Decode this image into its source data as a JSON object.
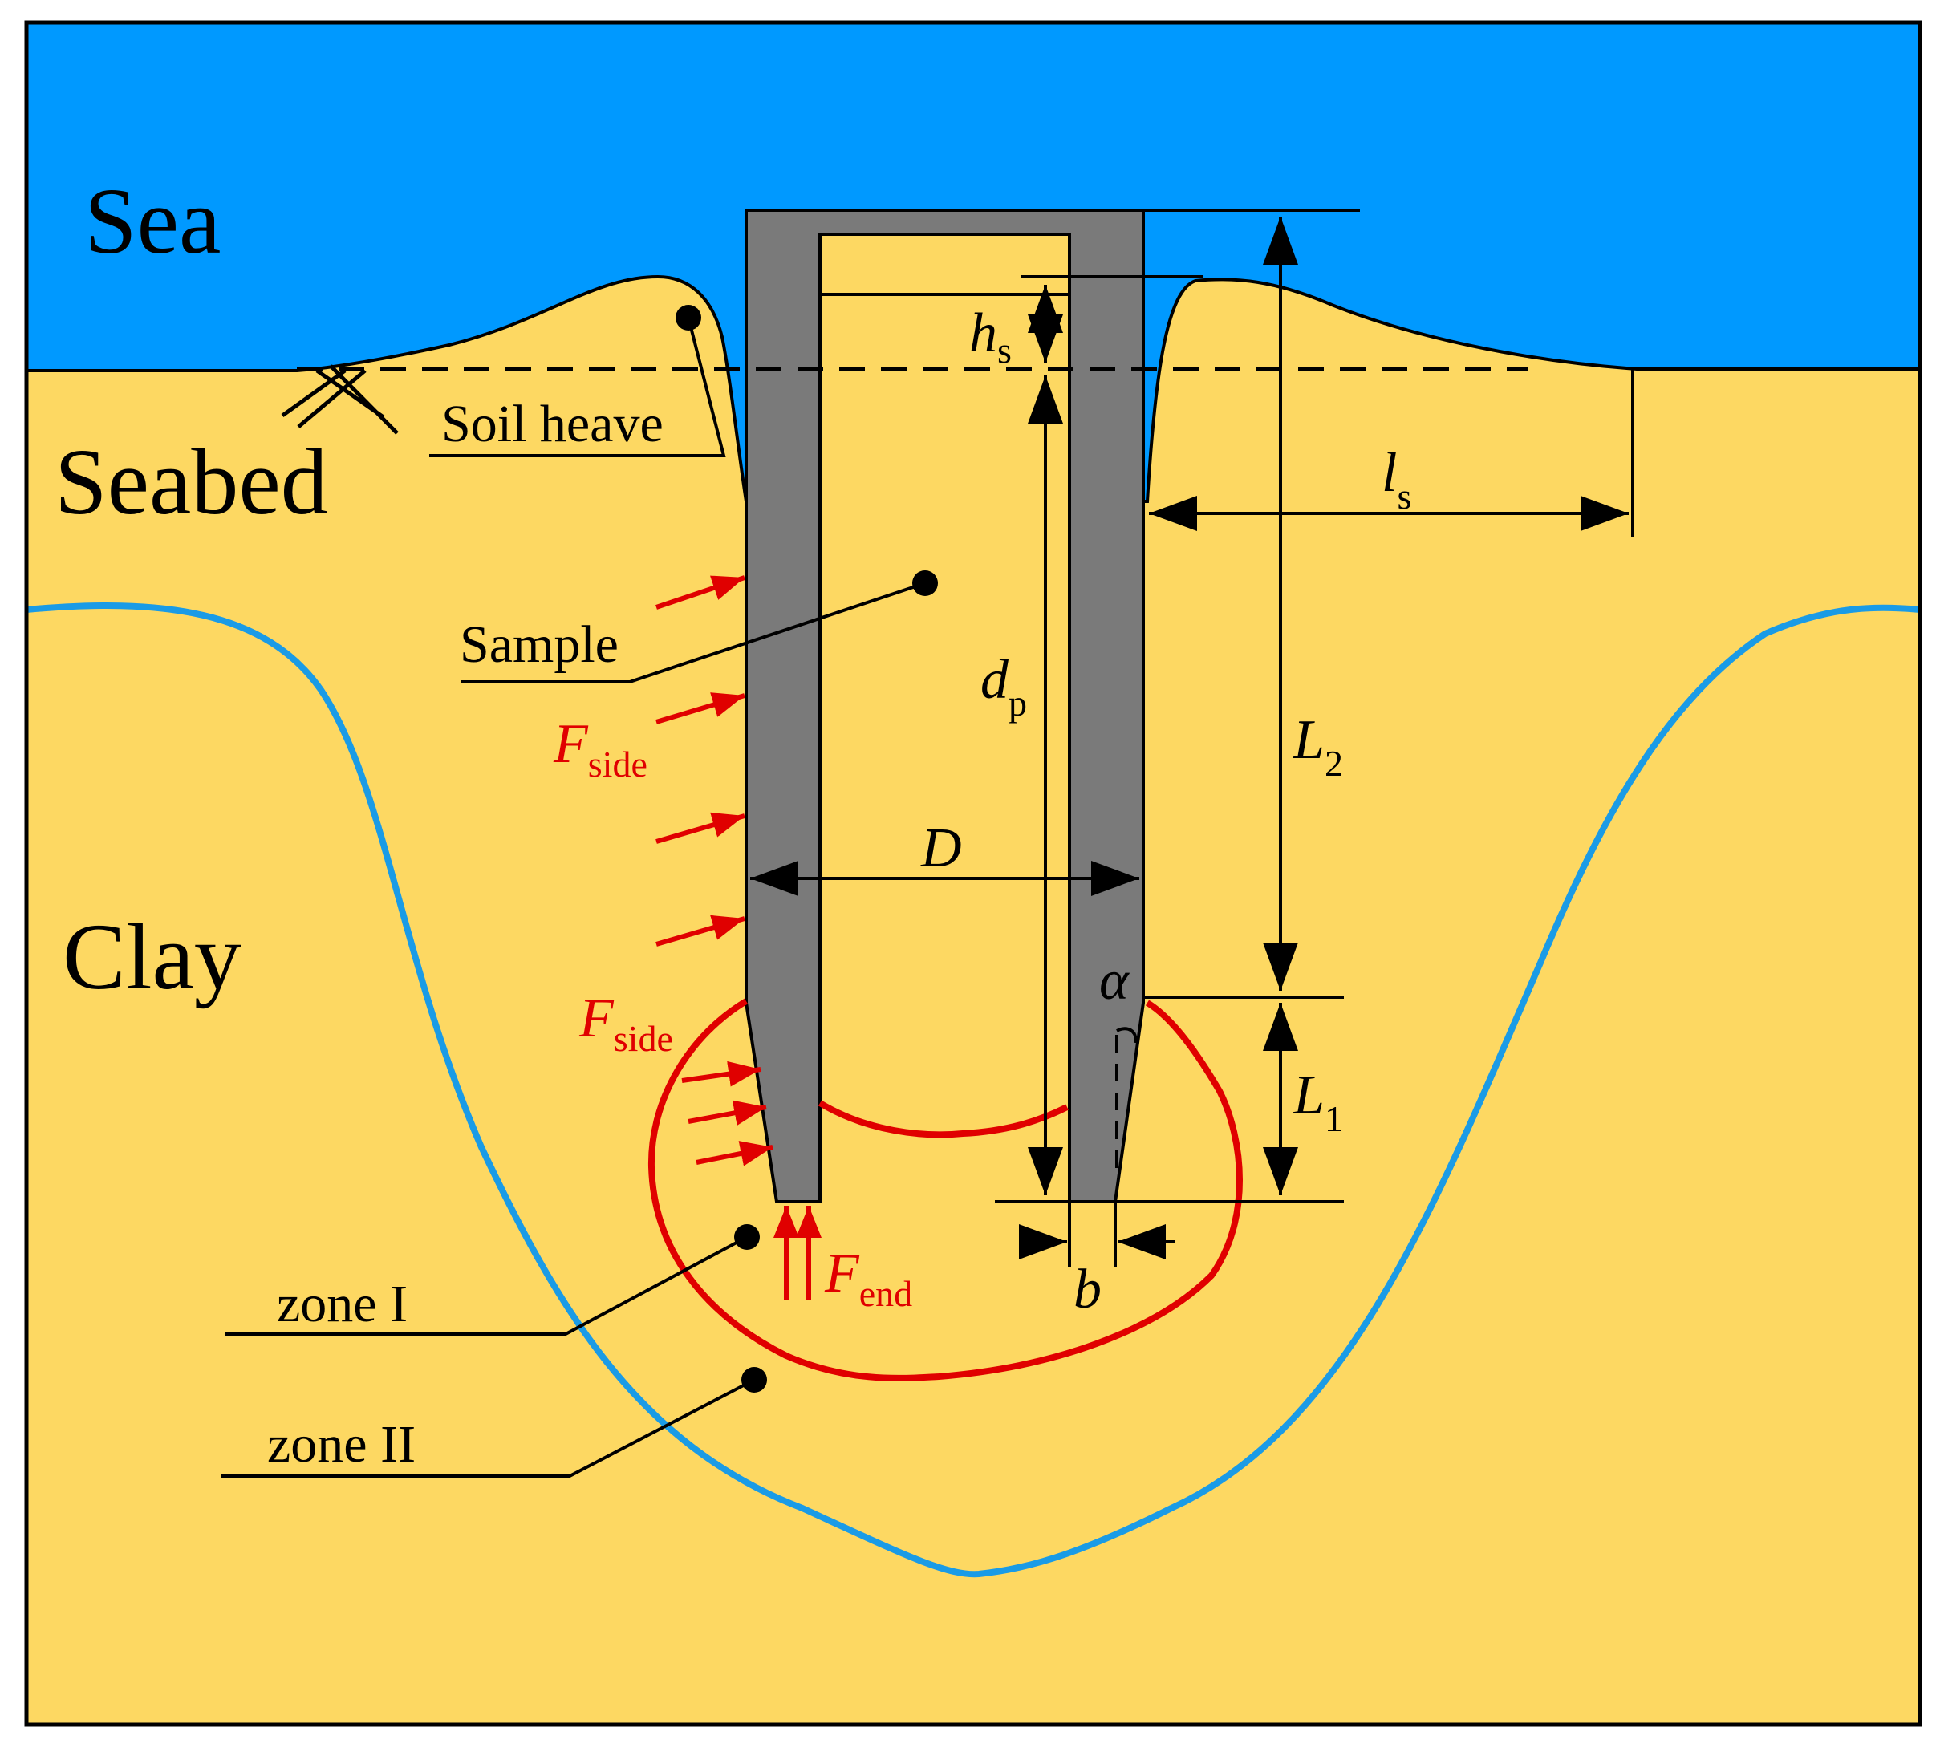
{
  "regions": {
    "sea": "Sea",
    "seabed": "Seabed",
    "clay": "Clay"
  },
  "callouts": {
    "soil_heave": "Soil heave",
    "sample": "Sample",
    "zone_1": "zone I",
    "zone_2": "zone II"
  },
  "dimensions": {
    "hs": {
      "main": "h",
      "sub": "s"
    },
    "dp": {
      "main": "d",
      "sub": "p"
    },
    "ls": {
      "main": "l",
      "sub": "s"
    },
    "L2": {
      "main": "L",
      "sub": "2"
    },
    "L1": {
      "main": "L",
      "sub": "1"
    },
    "D": "D",
    "b": "b",
    "alpha": "α"
  },
  "forces": {
    "side_1": {
      "main": "F",
      "sub": "side"
    },
    "side_2": {
      "main": "F",
      "sub": "side"
    },
    "end": {
      "main": "F",
      "sub": "end"
    }
  },
  "colors": {
    "sea": "#0099ff",
    "soil": "#fdd862",
    "pipe": "#7a7a7a",
    "zone_boundary": "#e00000",
    "clay_boundary": "#1a9be6",
    "outline": "#000000",
    "force_arrow": "#e00000"
  }
}
